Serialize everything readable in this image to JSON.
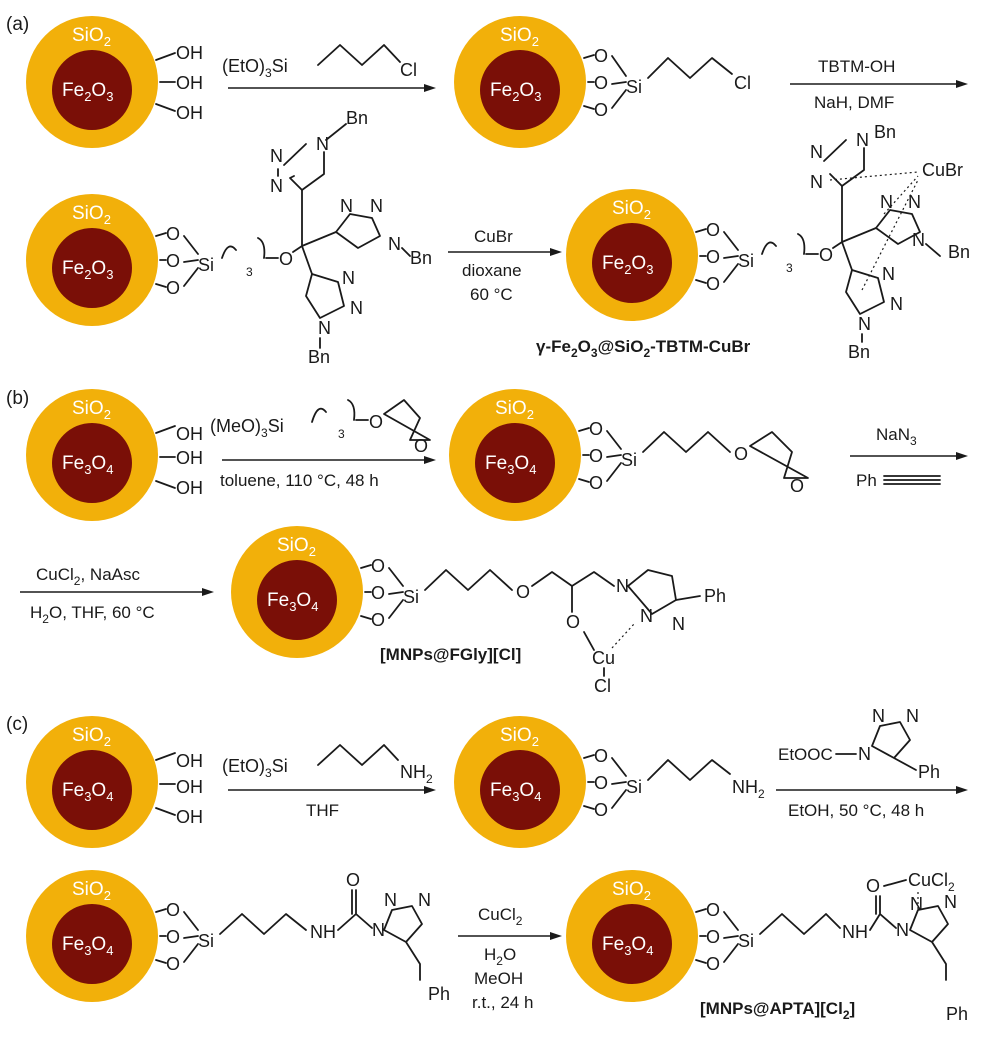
{
  "panels": {
    "a": "(a)",
    "b": "(b)",
    "c": "(c)"
  },
  "shell_label": "SiO",
  "shell_sub": "2",
  "cores": {
    "fe2o3": {
      "pre": "Fe",
      "s1": "2",
      "mid": "O",
      "s2": "3"
    },
    "fe3o4": {
      "pre": "Fe",
      "s1": "3",
      "mid": "O",
      "s2": "4"
    }
  },
  "atoms": {
    "OH": "OH",
    "O": "O",
    "Si": "Si",
    "Cl": "Cl",
    "N": "N",
    "Bn": "Bn",
    "Ph": "Ph",
    "Cu": "Cu",
    "CuBr": "CuBr",
    "CuCl": "CuCl",
    "H": "H",
    "NH": "NH",
    "three": "3",
    "two": "2"
  },
  "reagents": {
    "etO3si": "(EtO)",
    "meO3si": "(MeO)",
    "nh2": "NH",
    "etooc": "EtOOC",
    "tbtm": "TBTM-OH",
    "nah_dmf": "NaH, DMF",
    "cubr": "CuBr",
    "dioxane": "dioxane",
    "temp60": "60 °C",
    "toluene": "toluene, 110 °C, 48 h",
    "nan3": "NaN",
    "ph": "Ph",
    "cucl2_naasc": "CuCl",
    "naasc": ", NaAsc",
    "h2o_thf": "H",
    "o_thf": "O, THF, 60 °C",
    "thf": "THF",
    "etoh": "EtOH, 50 °C, 48 h",
    "cucl2_c": "CuCl",
    "h2o": "H",
    "o": "O",
    "meoh": "MeOH",
    "rt": "r.t., 24 h"
  },
  "products": {
    "a_pre": "γ-Fe",
    "a_s1": "2",
    "a_mid": "O",
    "a_s2": "3",
    "a_mid2": "@SiO",
    "a_s3": "2",
    "a_post": "-TBTM-CuBr",
    "b": "[MNPs@FGly][Cl]",
    "c": "[MNPs@APTA][Cl",
    "c_sub": "2",
    "c_end": "]"
  }
}
